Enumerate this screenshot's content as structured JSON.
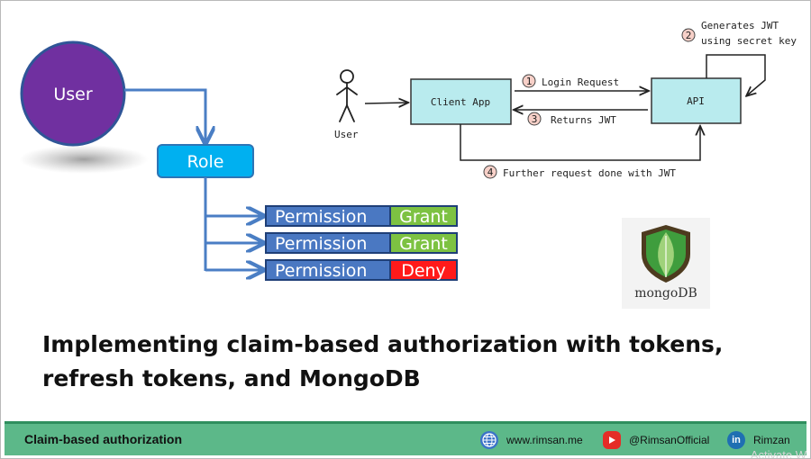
{
  "left_diagram": {
    "user_label": "User",
    "role_label": "Role",
    "permissions": [
      {
        "label": "Permission",
        "status": "Grant",
        "status_color": "#7dc242"
      },
      {
        "label": "Permission",
        "status": "Grant",
        "status_color": "#7dc242"
      },
      {
        "label": "Permission",
        "status": "Deny",
        "status_color": "#ff1a1a"
      }
    ],
    "colors": {
      "user_circle": "#7030a0",
      "role_box": "#00b0f0",
      "permission_box": "#4a78c2",
      "arrow": "#4a7ec4"
    }
  },
  "flow_diagram": {
    "user_label": "User",
    "client_label": "Client App",
    "api_label": "API",
    "steps": [
      {
        "num": "1",
        "text": "Login Request"
      },
      {
        "num": "2",
        "text_line1": "Generates JWT",
        "text_line2": "using secret key"
      },
      {
        "num": "3",
        "text": "Returns JWT"
      },
      {
        "num": "4",
        "text": "Further request done with JWT"
      }
    ],
    "colors": {
      "box_fill": "#b9ebee",
      "step_fill": "#f7d0c8"
    }
  },
  "logo": {
    "text": "mongoDB"
  },
  "headline": {
    "line1": "Implementing claim-based authorization with tokens,",
    "line2": "refresh tokens, and MongoDB"
  },
  "footer": {
    "title": "Claim-based authorization",
    "website": "www.rimsan.me",
    "youtube": "@RimsanOfficial",
    "linkedin": "Rimzan",
    "linkedin_icon_text": "in",
    "colors": {
      "background": "#5cb889",
      "globe": "#3b73c8",
      "youtube": "#e52d27",
      "linkedin": "#1f6fb2"
    }
  },
  "watermark": {
    "text": "Activate W"
  }
}
